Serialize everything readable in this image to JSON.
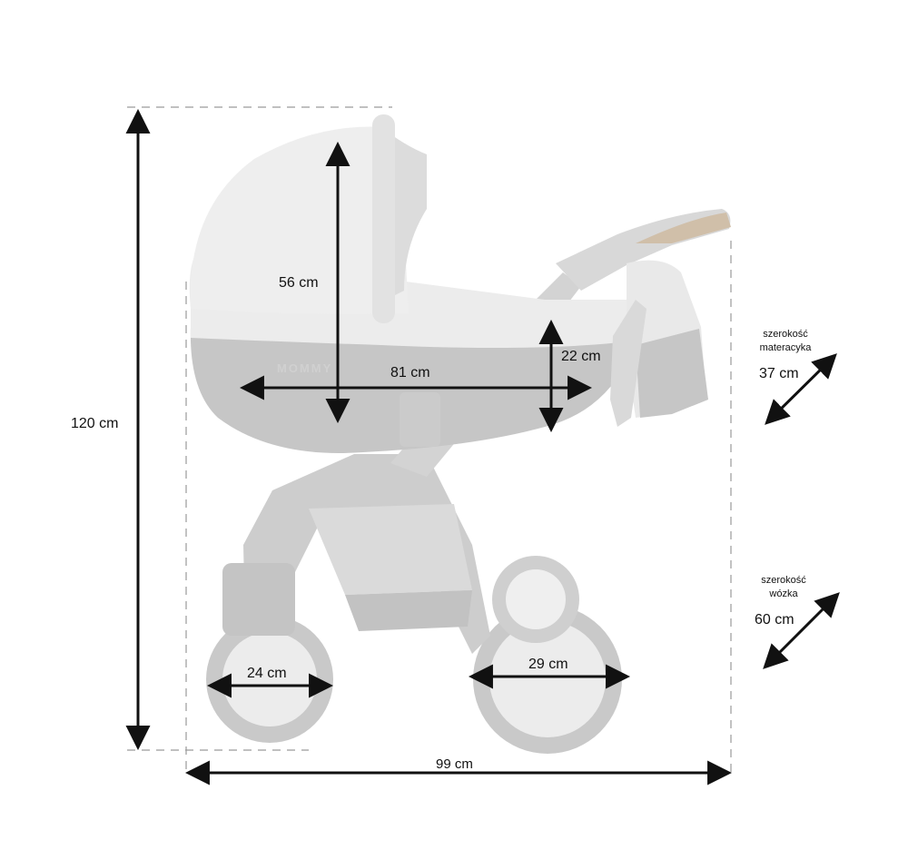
{
  "colors": {
    "arrow": "#111111",
    "dashed_guide": "#9a9a9a",
    "stroller_silhouette": "#c8c8c8",
    "stroller_light": "#f1f1f1",
    "background": "#ffffff"
  },
  "icons": [
    "stroller-image",
    "double-arrow-icon"
  ],
  "brand_text": "MOMMY",
  "dimensions": {
    "total_height": "120 cm",
    "canopy_height": "56 cm",
    "basket_depth": "22 cm",
    "carrycot_length": "81 cm",
    "front_wheel": "24 cm",
    "rear_wheel": "29 cm",
    "total_length": "99 cm"
  },
  "mattress_width": {
    "label_line1": "szerokość",
    "label_line2": "materacyka",
    "value": "37 cm"
  },
  "stroller_width": {
    "label_line1": "szerokość",
    "label_line2": "wózka",
    "value": "60 cm"
  }
}
